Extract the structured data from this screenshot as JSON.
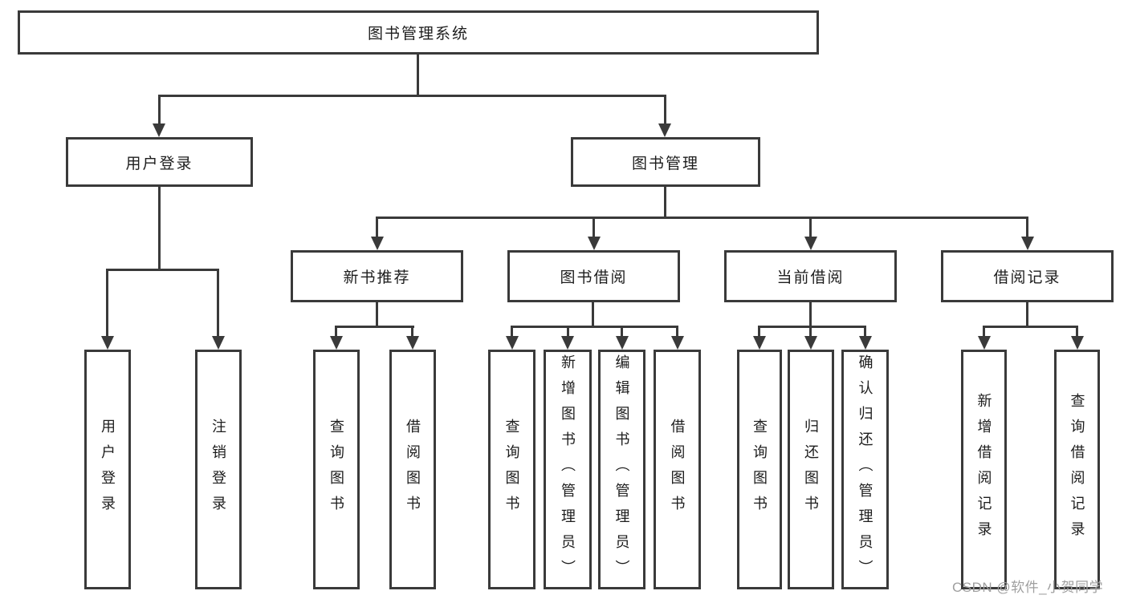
{
  "tree": {
    "label": "图书管理系统",
    "children": [
      {
        "label": "用户登录",
        "children": [
          {
            "label": "用户登录"
          },
          {
            "label": "注销登录"
          }
        ]
      },
      {
        "label": "图书管理",
        "children": [
          {
            "label": "新书推荐",
            "children": [
              {
                "label": "查询图书"
              },
              {
                "label": "借阅图书"
              }
            ]
          },
          {
            "label": "图书借阅",
            "children": [
              {
                "label": "查询图书"
              },
              {
                "label": "新增图书（管理员）"
              },
              {
                "label": "编辑图书（管理员）"
              },
              {
                "label": "借阅图书"
              }
            ]
          },
          {
            "label": "当前借阅",
            "children": [
              {
                "label": "查询图书"
              },
              {
                "label": "归还图书"
              },
              {
                "label": "确认归还（管理员）"
              }
            ]
          },
          {
            "label": "借阅记录",
            "children": [
              {
                "label": "新增借阅记录"
              },
              {
                "label": "查询借阅记录"
              }
            ]
          }
        ]
      }
    ]
  },
  "watermark": {
    "text": "CSDN @软件_小贺同学"
  },
  "colors": {
    "line": "#3a3a3a",
    "box_border": "#3a3a3a",
    "text": "#1d1d1d",
    "watermark": "#9f9f9f",
    "background": "#ffffff"
  }
}
